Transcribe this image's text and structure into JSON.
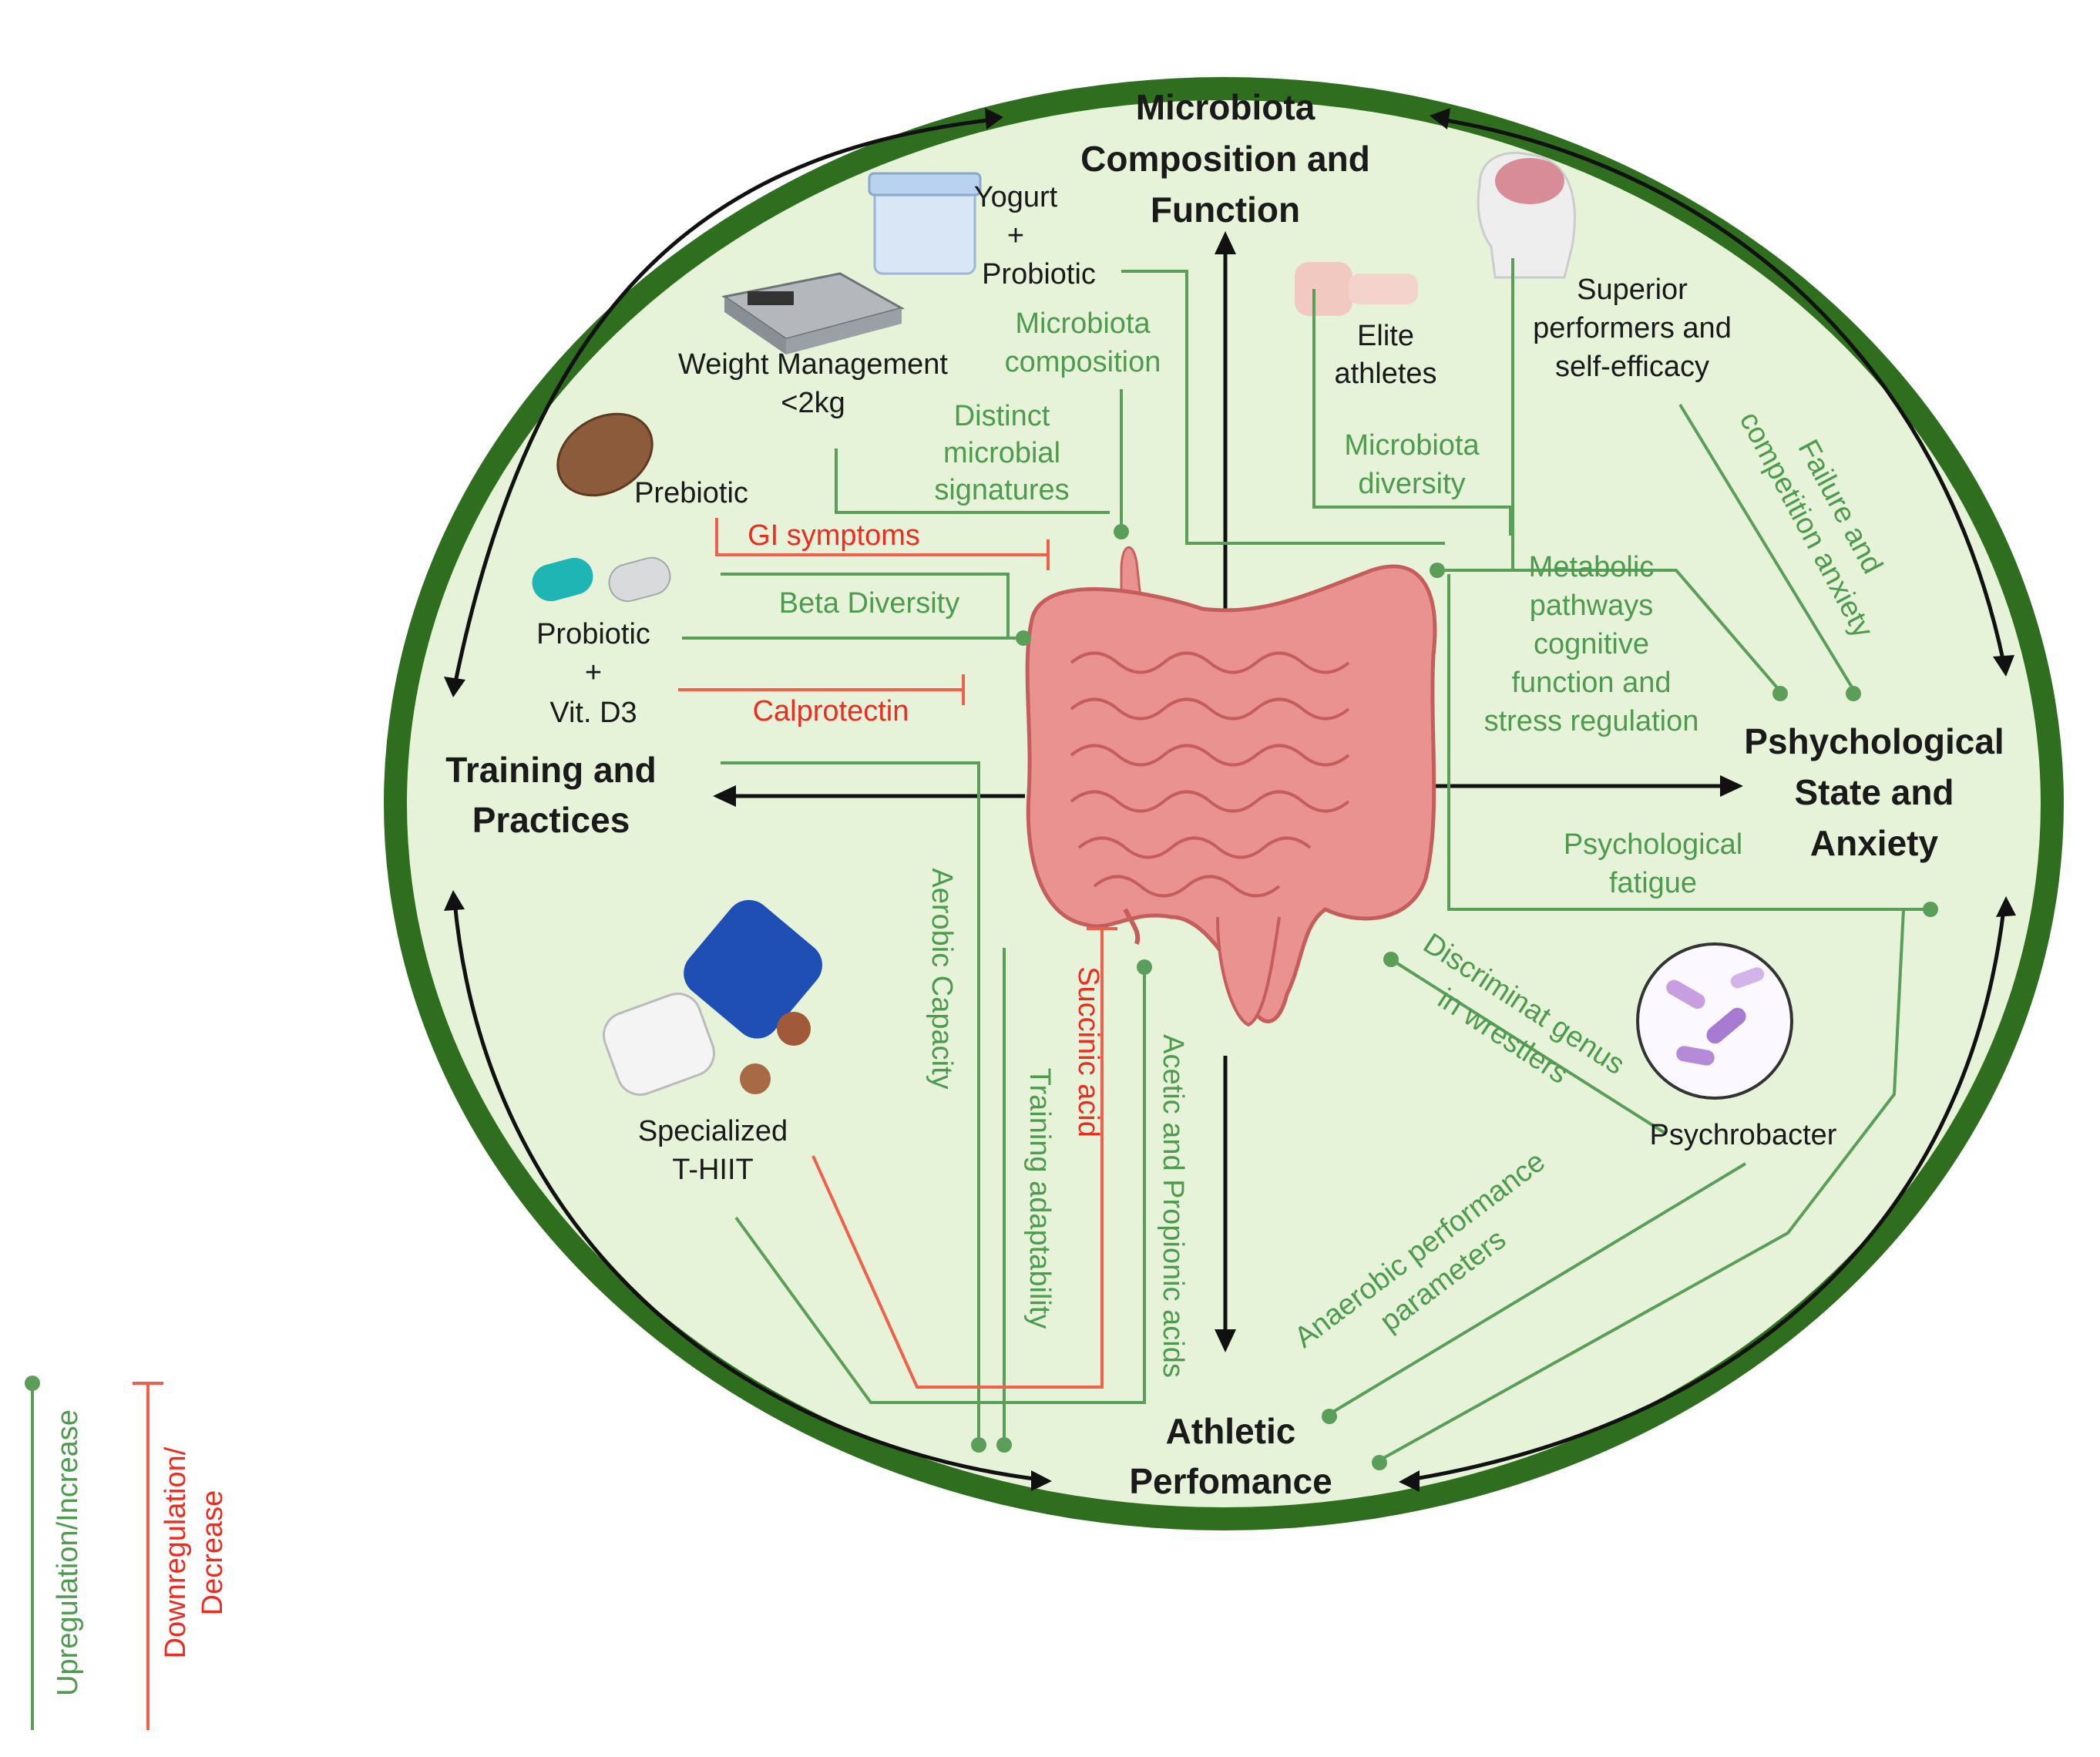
{
  "headings": {
    "microbiota": [
      "Microbiota",
      "Composition and",
      "Function"
    ],
    "training": [
      "Training and",
      "Practices"
    ],
    "psych": [
      "Pshychological",
      "State and",
      "Anxiety"
    ],
    "athletic": [
      "Athletic",
      "Perfomance"
    ]
  },
  "items": {
    "yogurt": [
      "Yogurt",
      "+",
      "Probiotic"
    ],
    "weight": [
      "Weight Management",
      "<2kg"
    ],
    "prebiotic": "Prebiotic",
    "probiotic_vit": [
      "Probiotic",
      "+",
      "Vit. D3"
    ],
    "elite": [
      "Elite",
      "athletes"
    ],
    "superior": [
      "Superior",
      "performers and",
      "self-efficacy"
    ],
    "thiit": [
      "Specialized",
      "T-HIIT"
    ],
    "psychrobacter": "Psychrobacter"
  },
  "effects": {
    "microbiota_composition": [
      "Microbiota",
      "composition"
    ],
    "distinct": [
      "Distinct",
      "microbial",
      "signatures"
    ],
    "gi": "GI symptoms",
    "beta": "Beta Diversity",
    "calprotectin": "Calprotectin",
    "microbiota_diversity": [
      "Microbiota",
      "diversity"
    ],
    "metabolic": [
      "Metabolic",
      "pathways",
      "cognitive",
      "function and",
      "stress regulation"
    ],
    "failure": [
      "Failure and",
      "competition anxiety"
    ],
    "fatigue": [
      "Psychological",
      "fatigue"
    ],
    "aerobic": "Aerobic Capacity",
    "training_adapt": "Training adaptability",
    "succinic": "Succinic acid",
    "acetic": "Acetic and Propionic acids",
    "discriminat": [
      "Discriminat genus",
      "in wrestlers"
    ],
    "anaerobic": [
      "Anaerobic performance",
      "parameters"
    ]
  },
  "legend": {
    "up": "Upregulation/Increase",
    "down": [
      "Downregulation/",
      "Decrease"
    ]
  },
  "colors": {
    "ring": "#2f6e1f",
    "fill": "#e6f3d9",
    "up": "#5a9e5a",
    "down": "#f0604a",
    "gut": "#e9928f"
  }
}
